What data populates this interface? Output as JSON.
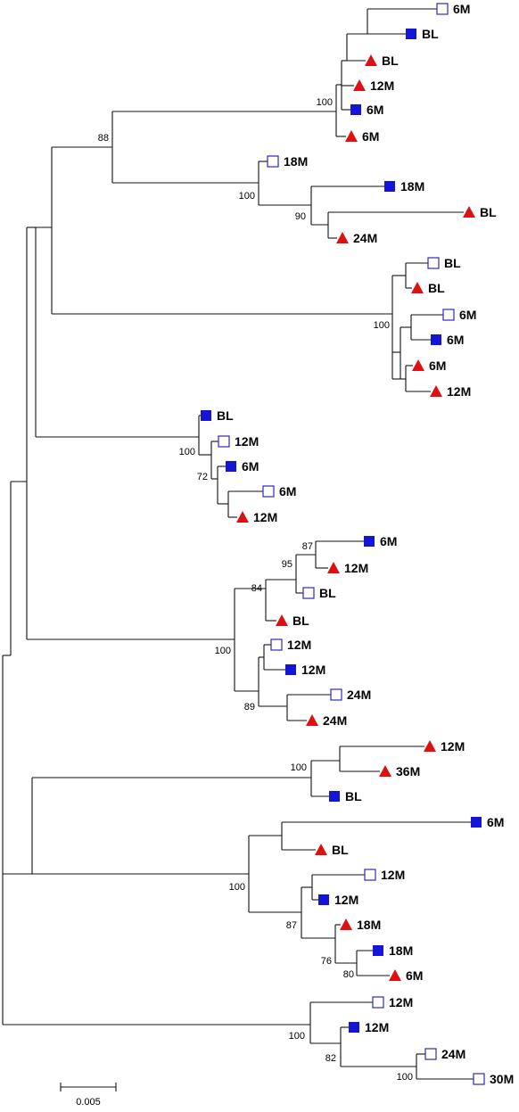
{
  "legend_colors": {
    "filled_square": "#1515d8",
    "open_square": "#2b2bb8",
    "triangle": "#dd1111"
  },
  "scale_bar": {
    "label": "0.005"
  },
  "tree": {
    "leaves": [
      {
        "label": "6M",
        "marker": "open_square"
      },
      {
        "label": "BL",
        "marker": "filled_square"
      },
      {
        "label": "BL",
        "marker": "triangle"
      },
      {
        "label": "12M",
        "marker": "triangle"
      },
      {
        "label": "6M",
        "marker": "filled_square"
      },
      {
        "label": "6M",
        "marker": "triangle"
      },
      {
        "label": "18M",
        "marker": "open_square"
      },
      {
        "label": "18M",
        "marker": "filled_square"
      },
      {
        "label": "BL",
        "marker": "triangle"
      },
      {
        "label": "24M",
        "marker": "triangle"
      },
      {
        "label": "BL",
        "marker": "open_square"
      },
      {
        "label": "BL",
        "marker": "triangle"
      },
      {
        "label": "6M",
        "marker": "open_square"
      },
      {
        "label": "6M",
        "marker": "filled_square"
      },
      {
        "label": "6M",
        "marker": "triangle"
      },
      {
        "label": "12M",
        "marker": "triangle"
      },
      {
        "label": "BL",
        "marker": "filled_square"
      },
      {
        "label": "12M",
        "marker": "open_square"
      },
      {
        "label": "6M",
        "marker": "filled_square"
      },
      {
        "label": "6M",
        "marker": "open_square"
      },
      {
        "label": "12M",
        "marker": "triangle"
      },
      {
        "label": "6M",
        "marker": "filled_square"
      },
      {
        "label": "12M",
        "marker": "triangle"
      },
      {
        "label": "BL",
        "marker": "open_square"
      },
      {
        "label": "BL",
        "marker": "triangle"
      },
      {
        "label": "12M",
        "marker": "open_square"
      },
      {
        "label": "12M",
        "marker": "filled_square"
      },
      {
        "label": "24M",
        "marker": "open_square"
      },
      {
        "label": "24M",
        "marker": "triangle"
      },
      {
        "label": "12M",
        "marker": "triangle"
      },
      {
        "label": "36M",
        "marker": "triangle"
      },
      {
        "label": "BL",
        "marker": "filled_square"
      },
      {
        "label": "6M",
        "marker": "filled_square"
      },
      {
        "label": "BL",
        "marker": "triangle"
      },
      {
        "label": "12M",
        "marker": "open_square"
      },
      {
        "label": "12M",
        "marker": "filled_square"
      },
      {
        "label": "18M",
        "marker": "triangle"
      },
      {
        "label": "18M",
        "marker": "filled_square"
      },
      {
        "label": "6M",
        "marker": "triangle"
      },
      {
        "label": "12M",
        "marker": "open_square"
      },
      {
        "label": "12M",
        "marker": "filled_square"
      },
      {
        "label": "24M",
        "marker": "open_square"
      },
      {
        "label": "30M",
        "marker": "open_square"
      }
    ],
    "support_values": [
      "100",
      "88",
      "100",
      "90",
      "100",
      "100",
      "72",
      "87",
      "95",
      "84",
      "100",
      "89",
      "100",
      "100",
      "87",
      "76",
      "80",
      "100",
      "82",
      "100"
    ]
  }
}
